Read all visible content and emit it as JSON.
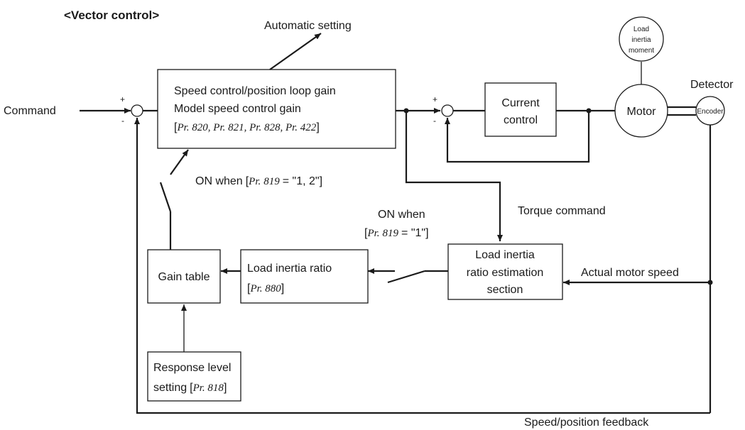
{
  "title": "<Vector control>",
  "labels": {
    "command": "Command",
    "automatic_setting": "Automatic setting",
    "speed_box_line1": "Speed control/position loop gain",
    "speed_box_line2": "Model speed control gain",
    "speed_box_params": "Pr. 820, Pr. 821, Pr. 828, Pr. 422",
    "current_control_line1": "Current",
    "current_control_line2": "control",
    "motor": "Motor",
    "encoder": "Encoder",
    "detector": "Detector",
    "load_inertia_line1": "Load",
    "load_inertia_line2": "inertia",
    "load_inertia_line3": "moment",
    "on_when": "ON when",
    "pr": "Pr.",
    "pr819": "819",
    "switch1_values": "= \"1, 2\"]",
    "switch2_values": "= \"1\"]",
    "torque_command": "Torque command",
    "estimation_line1": "Load inertia",
    "estimation_line2": "ratio estimation",
    "estimation_line3": "section",
    "actual_motor_speed": "Actual motor speed",
    "ratio_box_line1": "Load inertia ratio",
    "ratio_box_param": "Pr. 880",
    "gain_table": "Gain table",
    "response_line1": "Response level",
    "response_line2": "setting",
    "response_param": "Pr. 818",
    "feedback": "Speed/position feedback",
    "plus": "+",
    "minus": "-",
    "bracket_open": "[",
    "bracket_close": "]"
  }
}
